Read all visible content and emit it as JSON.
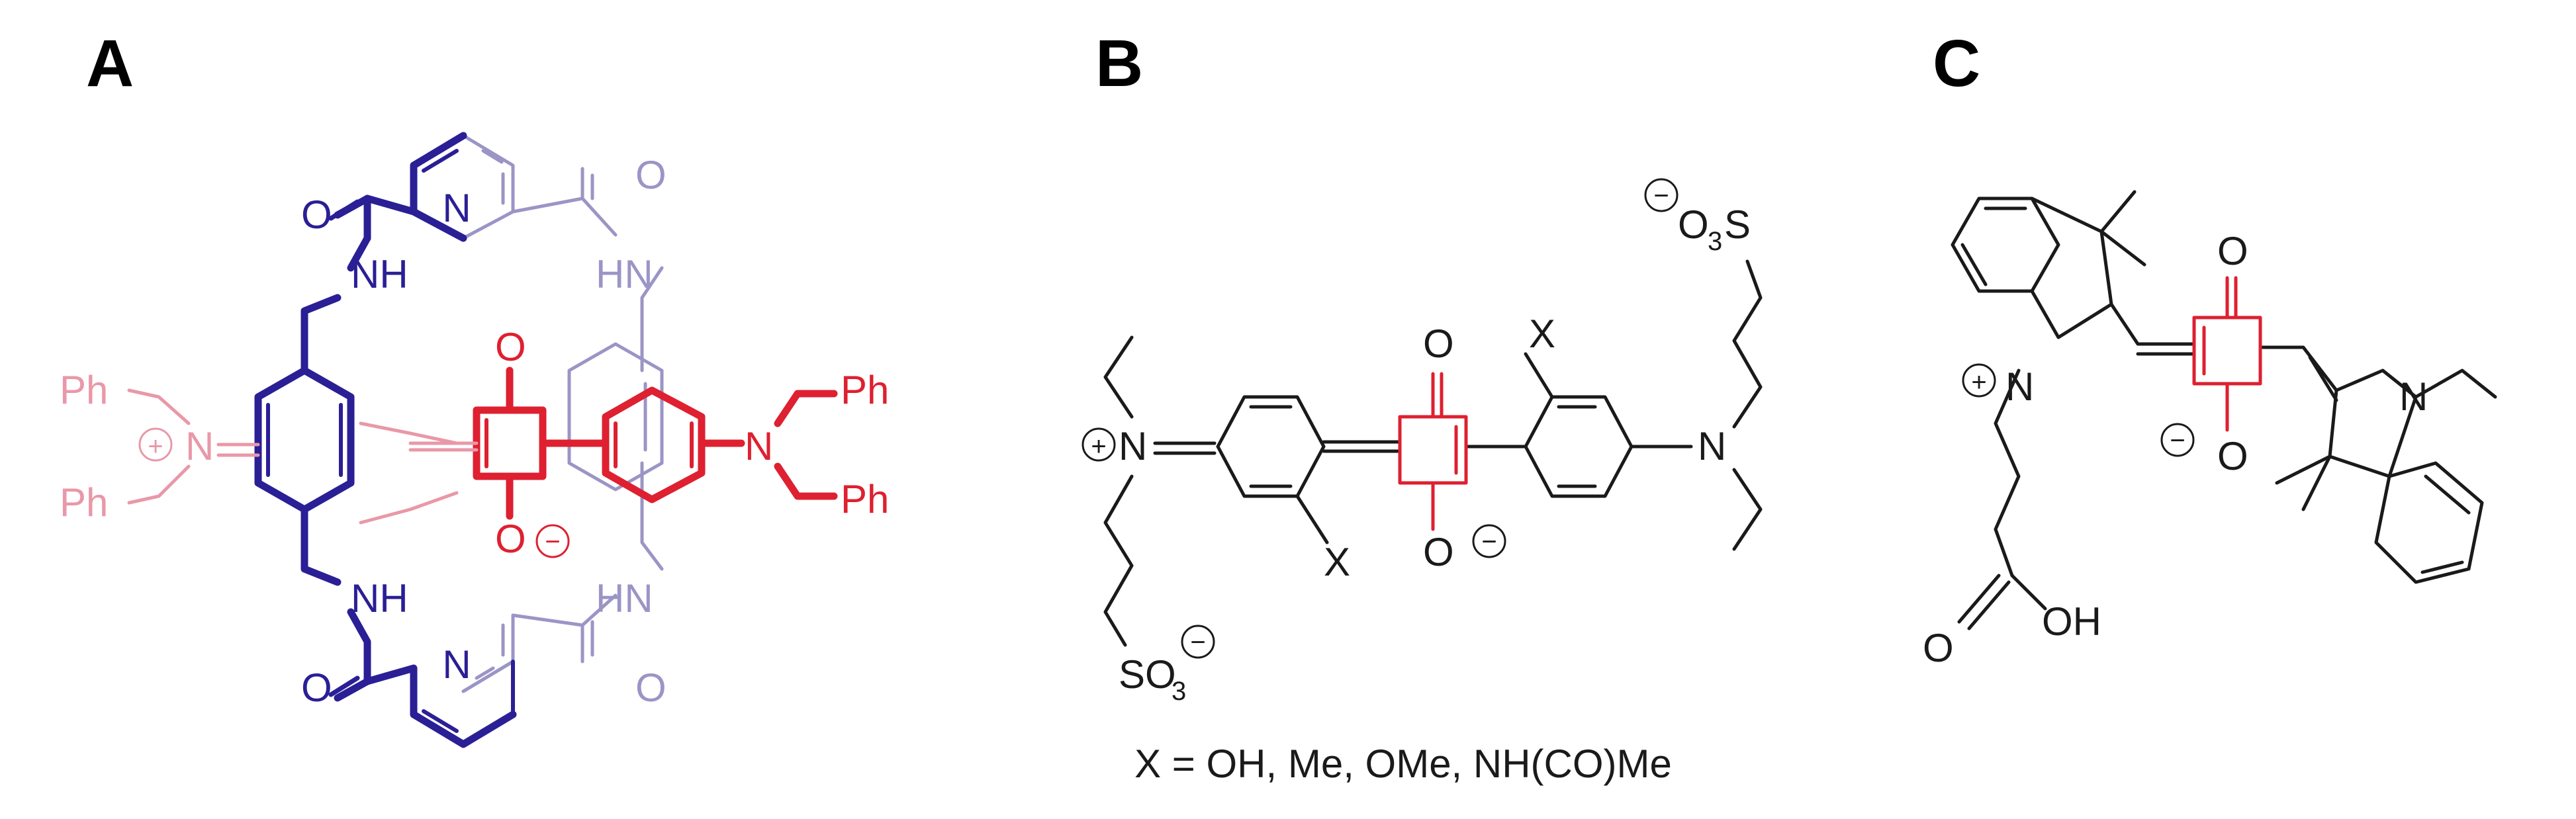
{
  "colors": {
    "black": "#1a1a1a",
    "dark_blue": "#2a1f95",
    "light_blue": "#9b95c6",
    "red": "#de2030",
    "pink": "#e998a8"
  },
  "panels": {
    "A": {
      "label": "A",
      "atoms": {
        "N_pyr_top": "N",
        "N_pyr_bottom": "N",
        "O_amide_tl": "O",
        "O_amide_tr": "O",
        "O_amide_bl": "O",
        "O_amide_br": "O",
        "NH_left_top": "NH",
        "NH_left_bottom": "NH",
        "HN_right_top": "HN",
        "HN_right_bottom": "HN",
        "Ph_left_top": "Ph",
        "Ph_left_bottom": "Ph",
        "N_left": "N",
        "N_right": "N",
        "Ph_right_top": "Ph",
        "Ph_right_bottom": "Ph",
        "O_squar_top": "O",
        "O_squar_bottom": "O",
        "plus": "+",
        "minus": "−"
      }
    },
    "B": {
      "label": "B",
      "atoms": {
        "N_left": "N",
        "N_right": "N",
        "O_top": "O",
        "O_bottom": "O",
        "X_top": "X",
        "X_bottom": "X",
        "O3S": "O",
        "O3S_sub": "3",
        "O3S_S": "S",
        "SO3_S": "SO",
        "SO3_sub": "3",
        "plus": "+",
        "minus": "−"
      },
      "caption": "X = OH, Me, OMe, NH(CO)Me"
    },
    "C": {
      "label": "C",
      "atoms": {
        "N_left": "N",
        "N_right": "N",
        "O_top": "O",
        "O_bottom": "O",
        "O_acid": "O",
        "OH": "OH",
        "plus": "+",
        "minus": "−"
      }
    }
  }
}
